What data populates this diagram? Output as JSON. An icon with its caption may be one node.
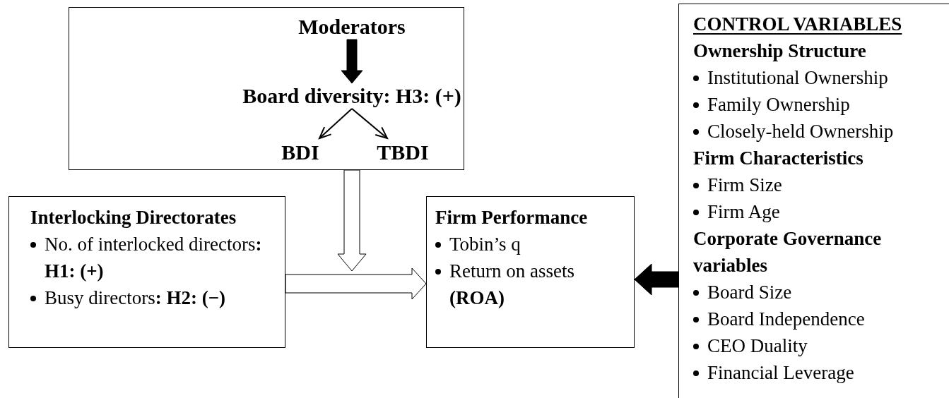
{
  "diagram": {
    "nodes": [
      {
        "text": [],
        "shape": "box"
      },
      {
        "text": [
          "Moderators"
        ],
        "in": 0
      },
      {
        "text": [
          "Board diversity: H3: (+)"
        ],
        "in": 0
      },
      {
        "text": [
          "BDI"
        ],
        "in": 0
      },
      {
        "text": [
          "TBDI"
        ],
        "in": 0
      },
      {
        "text": [
          "Interlocking Directorates",
          "No. of interlocked directors**: H1: (+)**",
          "Busy directors**: H2: (−)**"
        ]
      },
      {
        "text": [
          "Firm Performance",
          "Tobin’s q",
          "Return on assets **(ROA)**"
        ]
      },
      {
        "text": [
          "CONTROL VARIABLES",
          "Ownership Structure",
          "Institutional Ownership",
          "Family Ownership",
          "Closely-held Ownership",
          "Firm Characteristics",
          "Firm Size",
          "Firm Age",
          "Corporate Governance variables",
          "Board Size",
          "Board Independence",
          "CEO Duality",
          "Financial Leverage"
        ]
      }
    ],
    "edges": [
      {
        "from": 1,
        "to": 2,
        "arrow": "to",
        "style": "thick"
      },
      {
        "from": 2,
        "to": 3,
        "arrow": "to"
      },
      {
        "from": 2,
        "to": 4,
        "arrow": "to"
      },
      {
        "from": 0,
        "to": null,
        "arrow": "to",
        "style": "thick",
        "color": "#ffffff"
      },
      {
        "from": 5,
        "to": 6,
        "arrow": "to",
        "style": "thick",
        "color": "#ffffff"
      },
      {
        "from": 7,
        "to": 6,
        "arrow": "to",
        "style": "thick"
      }
    ]
  }
}
